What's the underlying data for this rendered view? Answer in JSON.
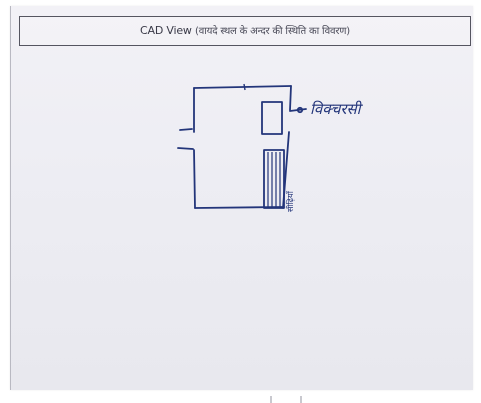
{
  "header": {
    "title_latin": "CAD View",
    "title_hindi": "(वायदे स्थल के अन्दर की स्थिति का विवरण)"
  },
  "sketch": {
    "window_label": "विक्चरसी",
    "stair_label": "सीढ़ियाँ",
    "ink_color": "#23357a"
  }
}
